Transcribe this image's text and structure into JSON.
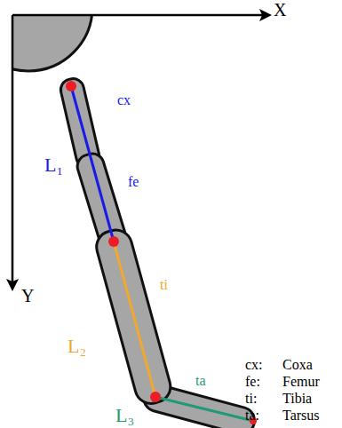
{
  "diagram": {
    "labels": [
      "X",
      "Y",
      "cx",
      "L₁",
      "fe",
      "ti",
      "L₂",
      "ta",
      "L₃",
      "cx:",
      "Coxa",
      "fe:",
      "Femur",
      "ti:",
      "Tibia",
      "ta:",
      "Tarsus"
    ]
  }
}
